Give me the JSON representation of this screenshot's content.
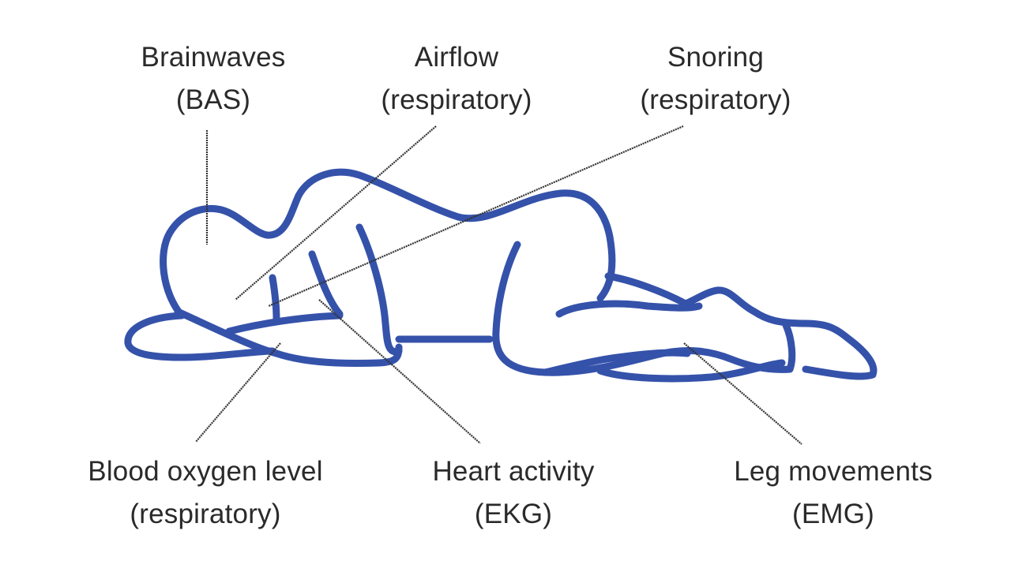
{
  "diagram": {
    "title": "",
    "colors": {
      "outline": "#3552aa",
      "leader": "#333333",
      "text": "#2a2a2a",
      "background": "#ffffff"
    },
    "labels": {
      "brainwaves": {
        "line1": "Brainwaves",
        "line2": "(BAS)"
      },
      "airflow": {
        "line1": "Airflow",
        "line2": "(respiratory)"
      },
      "snoring": {
        "line1": "Snoring",
        "line2": "(respiratory)"
      },
      "blood_oxygen": {
        "line1": "Blood oxygen level",
        "line2": "(respiratory)"
      },
      "heart": {
        "line1": "Heart activity",
        "line2": "(EKG)"
      },
      "legs": {
        "line1": "Leg movements",
        "line2": "(EMG)"
      }
    }
  }
}
